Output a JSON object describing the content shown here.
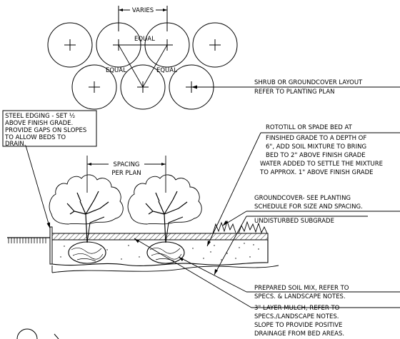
{
  "layout_labels": {
    "varies": "VARIES",
    "equal_top": "EQUAL",
    "equal_left": "EQUAL",
    "equal_right": "EQUAL"
  },
  "spacing": {
    "line1": "SPACING",
    "line2": "PER PLAN"
  },
  "notes": {
    "shrub_layout": [
      "SHRUB OR GROUNDCOVER LAYOUT",
      "REFER TO PLANTING PLAN"
    ],
    "steel_edging": [
      "STEEL EDGING - SET ½",
      "ABOVE FINISH GRADE.",
      "PROVIDE GAPS ON SLOPES",
      "TO ALLOW BEDS TO",
      "DRAIN."
    ],
    "rototill": [
      "ROTOTILL OR SPADE BED AT",
      "FINSIHED GRADE TO A DEPTH OF",
      "6\", ADD SOIL MIXTURE TO BRING",
      "BED TO 2\" ABOVE FINISH GRADE",
      "WATER ADDED TO SETTLE THE MIXTURE",
      "TO APPROX. 1\" ABOVE FINISH GRADE"
    ],
    "groundcover": [
      "GROUNDCOVER- SEE PLANTING",
      "SCHEDULE FOR SIZE AND SPACING."
    ],
    "subgrade": [
      "UNDISTURBED SUBGRADE"
    ],
    "soil_mix": [
      "PREPARED SOIL MIX, REFER TO",
      "SPECS. & LANDSCAPE NOTES."
    ],
    "mulch": [
      "3\" LAYER MULCH, REFER TO",
      "SPECS./LANDSCAPE NOTES.",
      "SLOPE TO PROVIDE POSITIVE",
      "DRAINAGE FROM BED AREAS."
    ]
  }
}
